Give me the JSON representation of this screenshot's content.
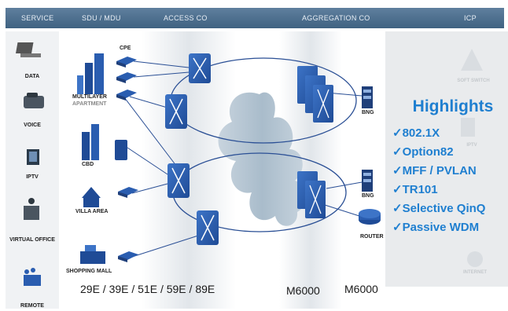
{
  "header": {
    "service": "SERVICE",
    "sdu_mdu": "SDU / MDU",
    "access_co": "ACCESS CO",
    "aggregation_co": "AGGREGATION CO",
    "icp": "ICP"
  },
  "services": {
    "data": "DATA",
    "voice": "VOICE",
    "iptv": "IPTV",
    "virtual_office": "VIRTUAL OFFICE",
    "remote": "REMOTE"
  },
  "premises": {
    "cpe": "CPE",
    "multilayer_line1": "MULTILAYER",
    "multilayer_line2": "APARTMENT",
    "cbd": "CBD",
    "villa_area": "VILLA AREA",
    "shopping_mall": "SHOPPING MALL"
  },
  "aggregation": {
    "bng_top": "BNG",
    "bng_bottom": "BNG",
    "router": "ROUTER"
  },
  "icp_items": {
    "soft_switch": "SOFT SWITCH",
    "iptv": "IPTV",
    "internet": "INTERNET"
  },
  "bottom_labels": {
    "access_models": "29E / 39E / 51E / 59E / 89E",
    "m6000_a": "M6000",
    "m6000_b": "M6000"
  },
  "highlights": {
    "title": "Highlights",
    "items": [
      "✓802.1X",
      "✓Option82",
      "✓MFF / PVLAN",
      "✓TR101",
      "✓Selective QinQ",
      "✓Passive WDM"
    ]
  },
  "colors": {
    "header": "#4a6b8b",
    "accent_blue": "#1f7fd0",
    "device_blue": "#2a5db0",
    "cloud": "#b8c8d6"
  }
}
